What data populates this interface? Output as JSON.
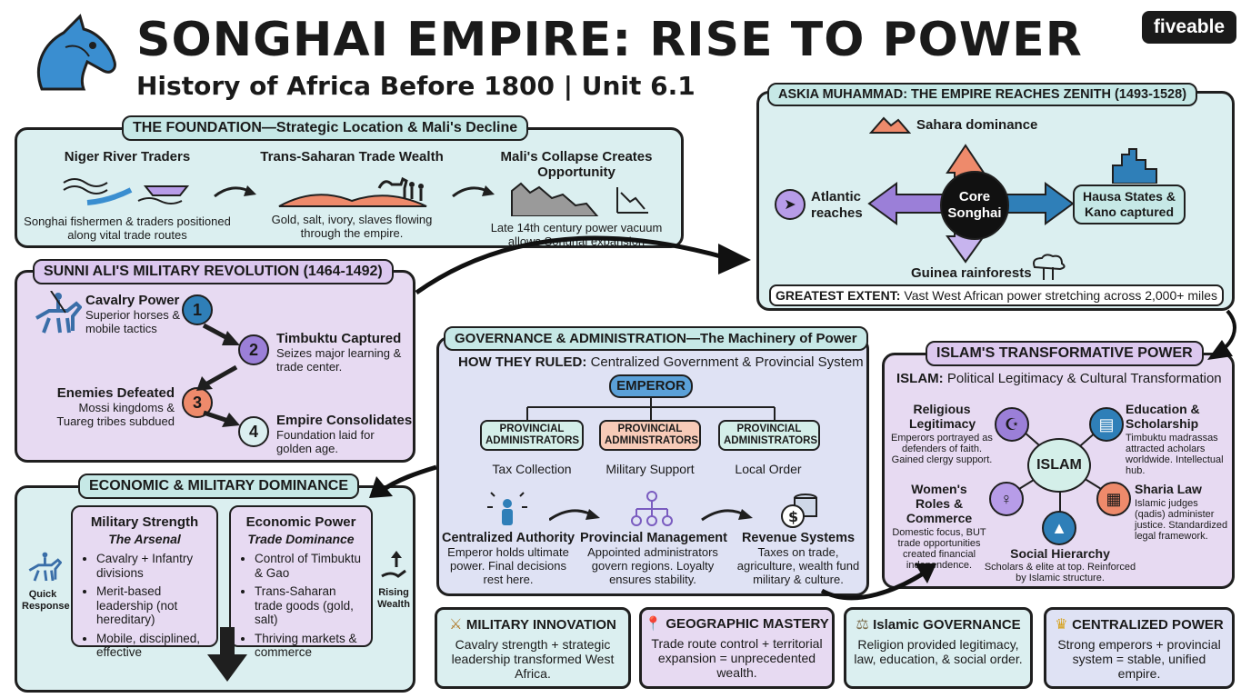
{
  "header": {
    "title": "SONGHAI EMPIRE: RISE TO POWER",
    "subtitle": "History of Africa Before 1800 | Unit 6.1",
    "brand": "fiveable",
    "logo_icon": "horse-head-icon"
  },
  "foundation": {
    "tag": "THE FOUNDATION—Strategic Location & Mali's Decline",
    "items": [
      {
        "title": "Niger River Traders",
        "text": "Songhai fishermen & traders positioned along vital trade routes",
        "icon": "river-boat-icon"
      },
      {
        "title": "Trans-Saharan Trade Wealth",
        "text": "Gold, salt, ivory, slaves flowing through the empire.",
        "icon": "camel-caravan-icon"
      },
      {
        "title": "Mali's Collapse Creates Opportunity",
        "text": "Late 14th century power vacuum allows Songhai expansion",
        "icon": "ruins-decline-icon"
      }
    ]
  },
  "sunni": {
    "tag": "SUNNI ALI'S MILITARY REVOLUTION (1464-1492)",
    "steps": [
      {
        "num": "1",
        "title": "Cavalry Power",
        "text": "Superior horses & mobile tactics"
      },
      {
        "num": "2",
        "title": "Timbuktu Captured",
        "text": "Seizes major learning & trade center."
      },
      {
        "num": "3",
        "title": "Enemies Defeated",
        "text": "Mossi kingdoms & Tuareg tribes subdued"
      },
      {
        "num": "4",
        "title": "Empire Consolidates",
        "text": "Foundation laid for golden age."
      }
    ]
  },
  "economic": {
    "tag": "ECONOMIC & MILITARY DOMINANCE",
    "quick": "Quick Response",
    "rising": "Rising Wealth",
    "military": {
      "title": "Military Strength",
      "subtitle": "The Arsenal",
      "bullets": [
        "Cavalry + Infantry divisions",
        "Merit-based leadership (not hereditary)",
        "Mobile, disciplined, effective"
      ]
    },
    "economic": {
      "title": "Economic Power",
      "subtitle": "Trade Dominance",
      "bullets": [
        "Control of Timbuktu & Gao",
        "Trans-Saharan trade goods (gold, salt)",
        "Thriving markets & commerce"
      ]
    }
  },
  "askia": {
    "tag": "ASKIA MUHAMMAD: THE EMPIRE REACHES ZENITH (1493-1528)",
    "core": "Core Songhai",
    "north": "Sahara dominance",
    "west": "Atlantic reaches",
    "east": "Hausa States & Kano captured",
    "south": "Guinea rainforests",
    "extent_label": "GREATEST EXTENT:",
    "extent_text": "Vast West African power stretching across 2,000+ miles"
  },
  "governance": {
    "tag": "GOVERNANCE & ADMINISTRATION—The Machinery of Power",
    "how_label": "HOW THEY RULED:",
    "how_text": "Centralized Government & Provincial System",
    "emperor": "EMPEROR",
    "admins": [
      {
        "label": "PROVINCIAL ADMINISTRATORS",
        "role": "Tax Collection"
      },
      {
        "label": "PROVINCIAL ADMINISTRATORS",
        "role": "Military Support"
      },
      {
        "label": "PROVINCIAL ADMINISTRATORS",
        "role": "Local Order"
      }
    ],
    "systems": [
      {
        "title": "Centralized Authority",
        "text": "Emperor holds ultimate power. Final decisions rest here."
      },
      {
        "title": "Provincial Management",
        "text": "Appointed administrators govern regions. Loyalty ensures stability."
      },
      {
        "title": "Revenue Systems",
        "text": "Taxes on trade, agriculture, wealth fund military & culture."
      }
    ]
  },
  "islam": {
    "tag": "ISLAM'S TRANSFORMATIVE POWER",
    "head_label": "ISLAM:",
    "head_text": "Political Legitimacy & Cultural Transformation",
    "center": "ISLAM",
    "religious": {
      "title": "Religious Legitimacy",
      "text": "Emperors portrayed as defenders of faith. Gained clergy support."
    },
    "education": {
      "title": "Education & Scholarship",
      "text": "Timbuktu madrassas attracted acholars worldwide. Intellectual hub."
    },
    "women": {
      "title": "Women's Roles & Commerce",
      "text": "Domestic focus, BUT trade opportunities created financial independence."
    },
    "sharia": {
      "title": "Sharia Law",
      "text": "Islamic judges (qadis) administer justice. Standardized legal framework."
    },
    "social": {
      "title": "Social Hierarchy",
      "text": "Scholars & elite at top. Reinforced by Islamic structure."
    }
  },
  "summary": [
    {
      "icon": "crossed-swords-icon",
      "glyph": "⚔",
      "title": "MILITARY INNOVATION",
      "text": "Cavalry strength + strategic leadership transformed West Africa."
    },
    {
      "icon": "map-pin-icon",
      "glyph": "📍",
      "title": "GEOGRAPHIC MASTERY",
      "text": "Trade route control + territorial expansion = unprecedented wealth."
    },
    {
      "icon": "scales-icon",
      "glyph": "⚖",
      "title": "Islamic GOVERNANCE",
      "text": "Religion provided legitimacy, law, education, & social order."
    },
    {
      "icon": "crown-icon",
      "glyph": "♛",
      "title": "CENTRALIZED POWER",
      "text": "Strong emperors + provincial system = stable, unified empire."
    }
  ],
  "colors": {
    "teal": "#dbeff0",
    "lavender": "#e7daf2",
    "blue": "#2f7fb8",
    "purple": "#9b7fd8",
    "orange": "#ee8a6b"
  }
}
